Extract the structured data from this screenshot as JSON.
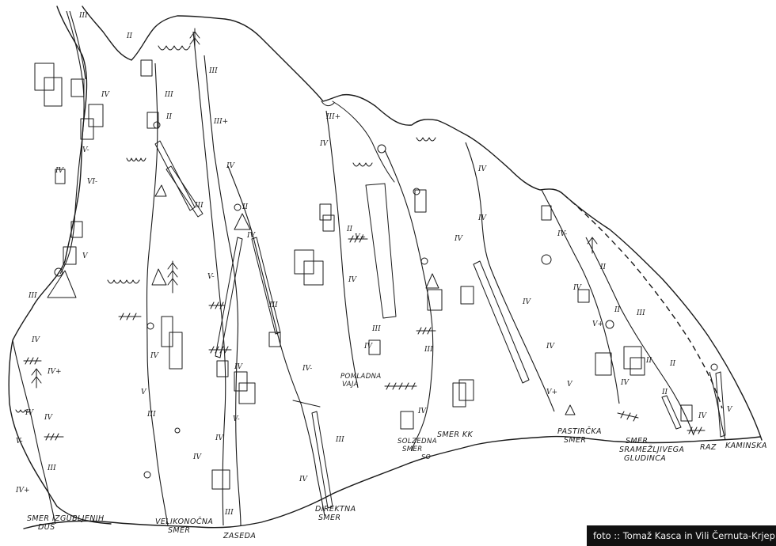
{
  "routes": [
    {
      "key": "zgubljenih",
      "lines": [
        "SMER IZGUBLJENIH",
        "DUŠ"
      ]
    },
    {
      "key": "velikonocna",
      "lines": [
        "VELIKONOČNA",
        "SMER"
      ]
    },
    {
      "key": "zaseda",
      "lines": [
        "ZASEDA"
      ]
    },
    {
      "key": "direktna",
      "lines": [
        "DIREKTNA",
        "SMER"
      ]
    },
    {
      "key": "pomladna",
      "lines": [
        "POMLADNA",
        "VAJA"
      ]
    },
    {
      "key": "solzedna",
      "lines": [
        "SOLZEDNA",
        "SMER"
      ]
    },
    {
      "key": "so",
      "lines": [
        "SO"
      ]
    },
    {
      "key": "kk",
      "lines": [
        "SMER KK"
      ]
    },
    {
      "key": "pastircka",
      "lines": [
        "PASTIRČKA",
        "SMER"
      ]
    },
    {
      "key": "sramezljivega",
      "lines": [
        "SMER",
        "SRAMEŽLJIVEGA",
        "GLUDINCA"
      ]
    },
    {
      "key": "raz",
      "lines": [
        "RAZ"
      ]
    },
    {
      "key": "kaminska",
      "lines": [
        "KAMINSKA"
      ]
    }
  ],
  "grades": [
    "III",
    "II",
    "IV",
    "V-",
    "IV",
    "VI-",
    "V",
    "III",
    "IV",
    "IV+",
    "IV",
    "III",
    "V-",
    "IV",
    "III",
    "III+",
    "III",
    "II",
    "IV",
    "II",
    "IV",
    "III",
    "III",
    "V-",
    "IV",
    "IV",
    "V",
    "III",
    "IV",
    "V-",
    "III",
    "IV",
    "IV",
    "III+",
    "III",
    "II",
    "IV",
    "IV-",
    "IV",
    "V+",
    "II",
    "II",
    "III",
    "IV",
    "IV",
    "IV",
    "IV",
    "II",
    "IV",
    "V",
    "IV",
    "IV-",
    "V+",
    "III",
    "V+",
    "IV",
    "II",
    "II",
    "III",
    "IV",
    "IV",
    "IV+",
    "IV",
    "V"
  ],
  "credit": "foto :: Tomaž Kasca in Vili Černuta-Krjep"
}
